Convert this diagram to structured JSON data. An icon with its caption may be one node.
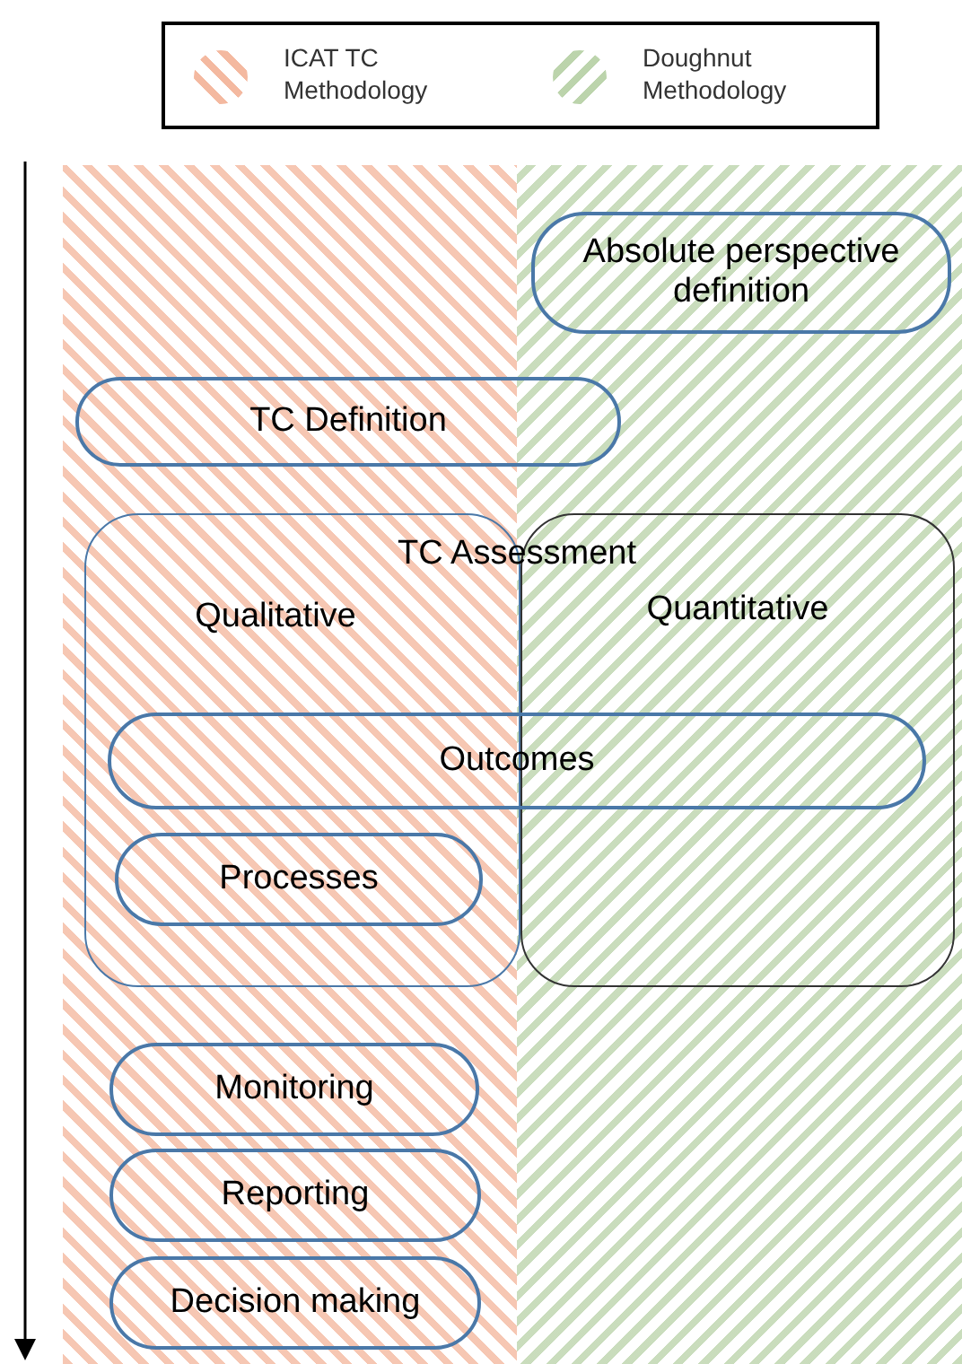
{
  "diagram": {
    "nodes": [
      {
        "text": [
          "Absolute perspective definition"
        ]
      },
      {
        "text": [
          "TC Definition"
        ]
      },
      {
        "text": [
          "Qualitative"
        ]
      },
      {
        "text": [
          "Quantitative"
        ]
      },
      {
        "text": [
          "Outcomes"
        ]
      },
      {
        "text": [
          "Processes"
        ],
        "in": 2
      },
      {
        "text": [
          "Monitoring"
        ]
      },
      {
        "text": [
          "Reporting"
        ]
      },
      {
        "text": [
          "Decision making"
        ]
      }
    ],
    "labels": [
      "TC Assessment"
    ],
    "legend": [
      {
        "text": "ICAT TC Methodology",
        "color": "#f4b9a0"
      },
      {
        "text": "Doughnut Methodology",
        "color": "#bcd4ac"
      }
    ]
  }
}
